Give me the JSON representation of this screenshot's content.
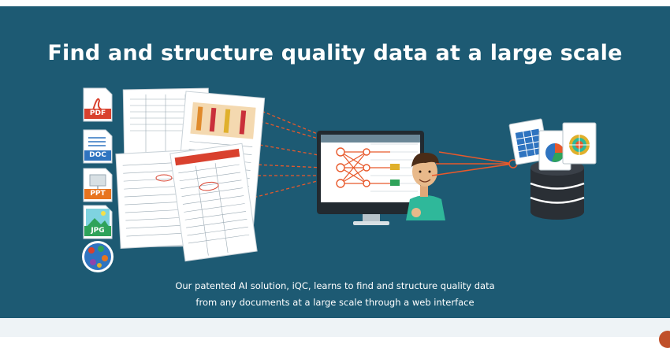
{
  "hero": {
    "title": "Find and structure quality data at a large scale",
    "caption_line1": "Our patented AI solution, iQC, learns to find and structure quality data",
    "caption_line2": "from any documents at a large scale through a web interface"
  },
  "file_icons": [
    {
      "label": "PDF",
      "color": "#d9412e"
    },
    {
      "label": "DOC",
      "color": "#2f74c0"
    },
    {
      "label": "PPT",
      "color": "#e8741e"
    },
    {
      "label": "JPG",
      "color": "#2fa35a"
    }
  ],
  "colors": {
    "background": "#1d5a73",
    "accent": "#e8592b",
    "white": "#ffffff"
  },
  "icons": [
    "pdf-file-icon",
    "doc-file-icon",
    "ppt-file-icon",
    "jpg-file-icon",
    "globe-icon",
    "monitor-icon",
    "person-icon",
    "database-icon",
    "spreadsheet-icon",
    "chart-document-icon"
  ]
}
